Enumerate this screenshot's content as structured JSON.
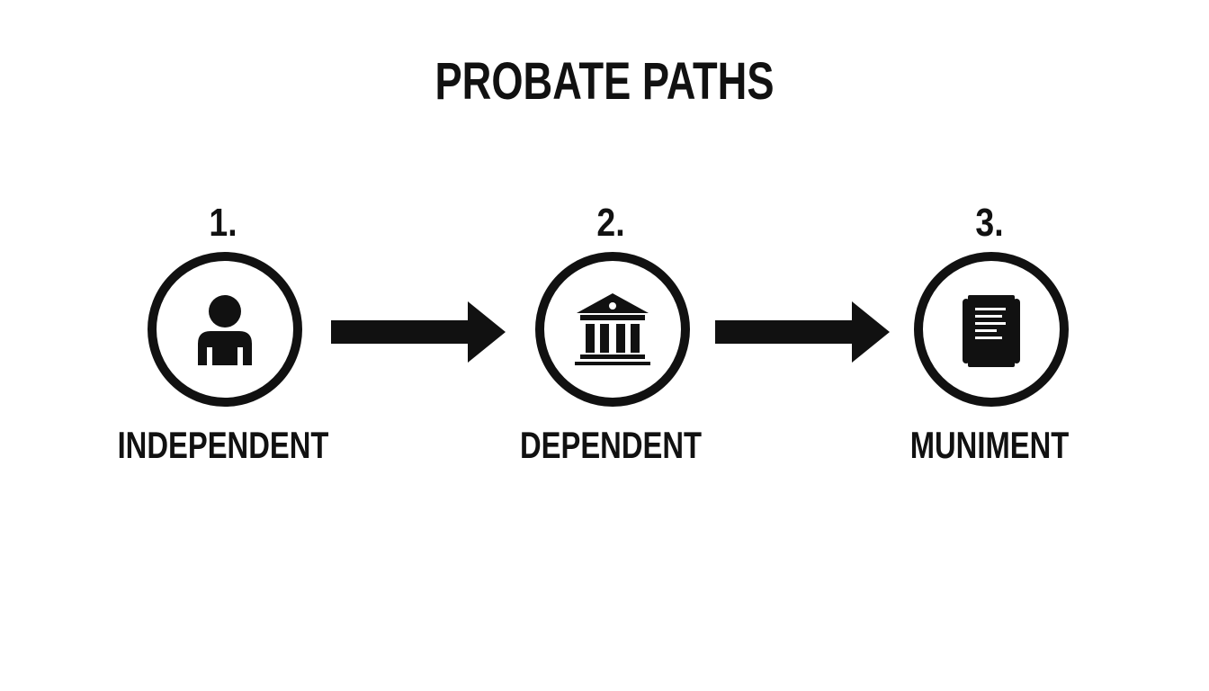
{
  "title": "PROBATE PATHS",
  "colors": {
    "ink": "#111111",
    "background": "#ffffff"
  },
  "steps": [
    {
      "number": "1.",
      "label": "INDEPENDENT",
      "icon": "person-icon"
    },
    {
      "number": "2.",
      "label": "DEPENDENT",
      "icon": "courthouse-icon"
    },
    {
      "number": "3.",
      "label": "MUNIMENT",
      "icon": "document-icon"
    }
  ]
}
